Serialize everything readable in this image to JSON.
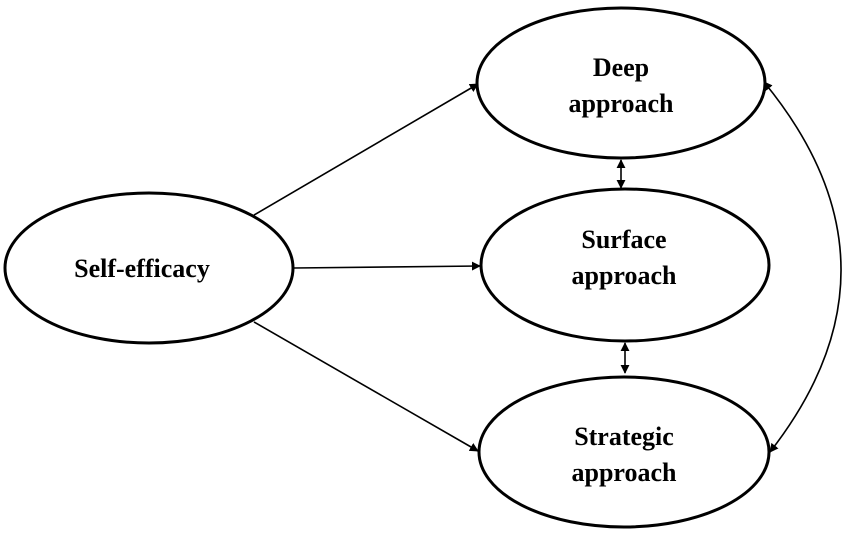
{
  "diagram": {
    "nodes": {
      "self_efficacy": {
        "lines": [
          "Self-efficacy"
        ]
      },
      "deep": {
        "lines": [
          "Deep",
          "approach"
        ]
      },
      "surface": {
        "lines": [
          "Surface",
          "approach"
        ]
      },
      "strategic": {
        "lines": [
          "Strategic",
          "approach"
        ]
      }
    },
    "edges": [
      {
        "from": "self_efficacy",
        "to": "deep",
        "direction": "forward"
      },
      {
        "from": "self_efficacy",
        "to": "surface",
        "direction": "forward"
      },
      {
        "from": "self_efficacy",
        "to": "strategic",
        "direction": "forward"
      },
      {
        "from": "deep",
        "to": "surface",
        "direction": "both"
      },
      {
        "from": "surface",
        "to": "strategic",
        "direction": "both"
      },
      {
        "from": "deep",
        "to": "strategic",
        "direction": "both"
      }
    ],
    "colors": {
      "stroke": "#000000",
      "fill": "#ffffff",
      "text": "#000000"
    }
  }
}
